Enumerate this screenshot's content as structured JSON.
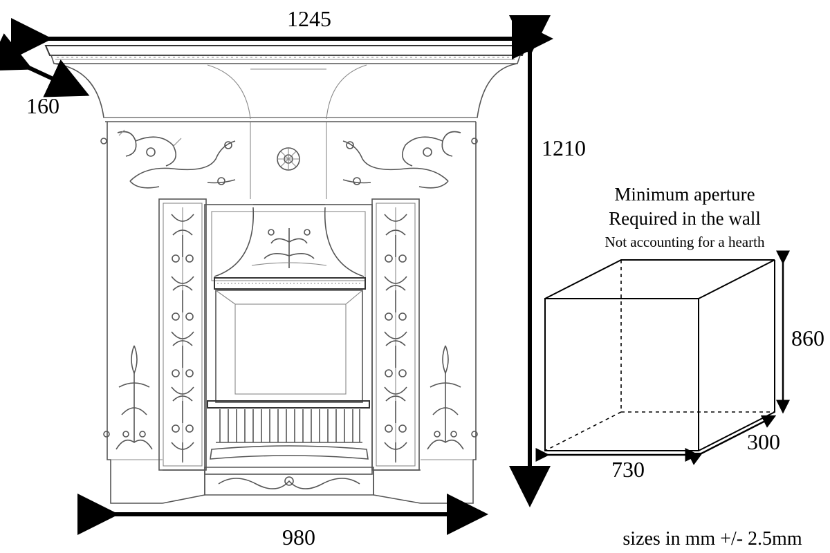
{
  "dimensions": {
    "overall_width": "1245",
    "depth": "160",
    "height": "1210",
    "base_width": "980"
  },
  "aperture": {
    "title_line1": "Minimum aperture",
    "title_line2": "Required in the wall",
    "note": "Not accounting for a hearth",
    "height": "860",
    "width": "730",
    "depth": "300"
  },
  "footer_note": "sizes in mm +/- 2.5mm"
}
